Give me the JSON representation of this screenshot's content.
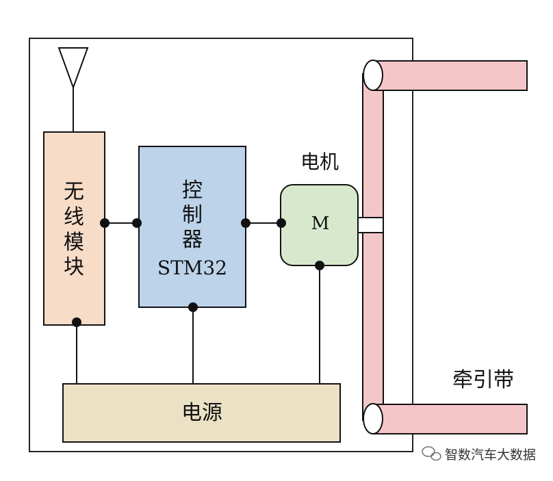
{
  "blocks": {
    "wireless": {
      "label_lines": [
        "无",
        "线",
        "模",
        "块"
      ],
      "color": "#f7dcc8"
    },
    "controller": {
      "label_lines": [
        "控",
        "制",
        "器"
      ],
      "model": "STM32",
      "color": "#bcd3ea"
    },
    "motor": {
      "caption": "电机",
      "symbol": "M",
      "color": "#d7e8cc"
    },
    "power": {
      "label": "电源",
      "color": "#ebe2c5"
    }
  },
  "belt": {
    "label": "牵引带",
    "color": "#f5c6c8"
  },
  "watermark": {
    "text": "智数汽车大数据"
  },
  "colors": {
    "line": "#111111",
    "frame": "#222222"
  }
}
